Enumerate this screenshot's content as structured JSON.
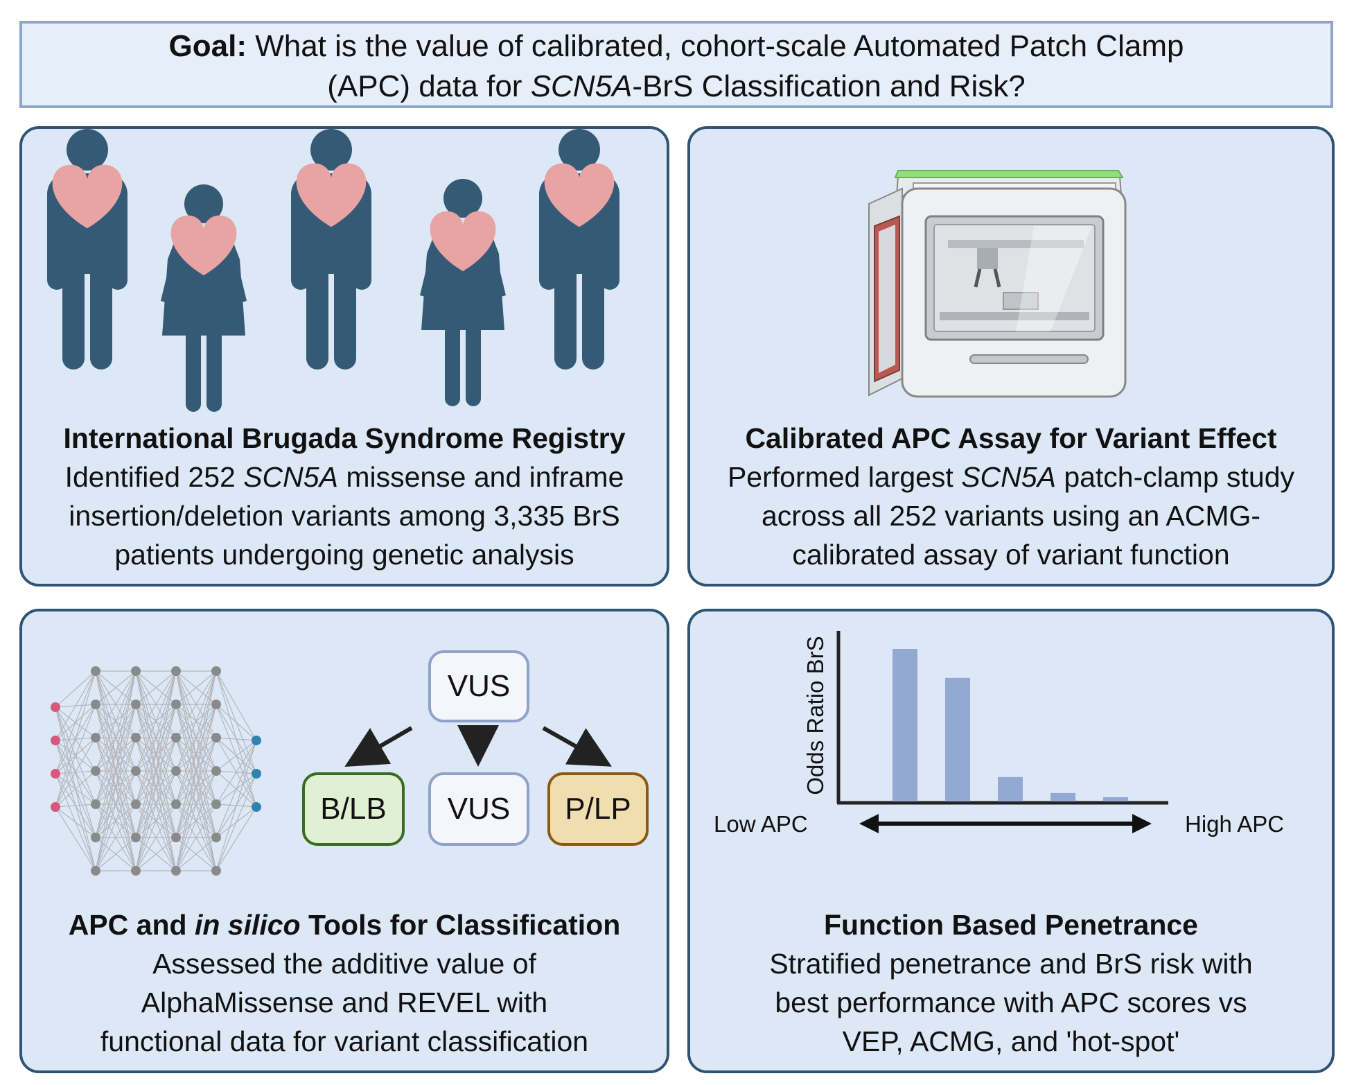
{
  "goal": {
    "lead": "Goal:",
    "line1": " What is the value of calibrated, cohort-scale Automated Patch Clamp",
    "line2_a": "(APC) data for ",
    "line2_gene": "SCN5A",
    "line2_b": "-BrS Classification and Risk?"
  },
  "panel1": {
    "title": "International Brugada Syndrome Registry",
    "l1_a": "Identified 252 ",
    "l1_gene": "SCN5A",
    "l1_b": " missense and inframe",
    "l2": "insertion/deletion variants among 3,335 BrS",
    "l3": "patients undergoing genetic analysis"
  },
  "panel2": {
    "title": "Calibrated APC Assay for Variant Effect",
    "l1_a": "Performed largest ",
    "l1_gene": "SCN5A",
    "l1_b": " patch-clamp study",
    "l2": "across all 252 variants using an ACMG-",
    "l3": "calibrated assay of variant function"
  },
  "panel3": {
    "title_a": "APC and ",
    "title_i": "in silico",
    "title_b": " Tools for Classification",
    "l1": "Assessed the additive value of",
    "l2": "AlphaMissense and REVEL with",
    "l3": "functional data for variant classification",
    "boxes": {
      "top": "VUS",
      "left": "B/LB",
      "mid": "VUS",
      "right": "P/LP"
    }
  },
  "panel4": {
    "title": "Function Based Penetrance",
    "l1": "Stratified penetrance and BrS risk with",
    "l2": "best performance with APC scores vs",
    "l3": "VEP, ACMG, and 'hot-spot'"
  },
  "chart_data": {
    "type": "bar",
    "ylabel": "Odds Ratio BrS",
    "low_label": "Low APC",
    "high_label": "High APC",
    "values": [
      1.0,
      0.81,
      0.16,
      0.055,
      0.028
    ],
    "bar_color": "#93a9d3"
  },
  "colors": {
    "figure": "#355a76",
    "heart": "#e8a3a3",
    "node_gray": "#8a8a8a",
    "node_input": "#d9577c",
    "node_output": "#2f83b0",
    "blb_border": "#3a6b1f",
    "blb_fill": "#dff0d3",
    "plp_border": "#8a5a12",
    "plp_fill": "#f1deb0",
    "vus_border": "#8fa2c9",
    "vus_fill": "#f4f6fc"
  }
}
